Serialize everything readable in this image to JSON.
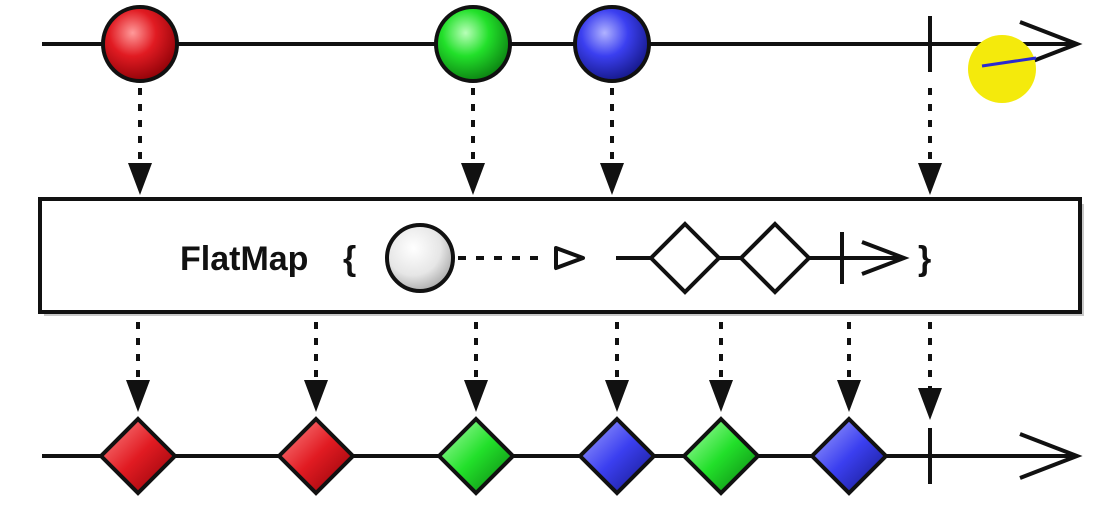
{
  "operator": {
    "name": "FlatMap",
    "open_brace": "{",
    "close_brace": "}"
  },
  "colors": {
    "red": "#e11b22",
    "green": "#22e02a",
    "blue": "#3b3ff0",
    "gray": "#d8d8d8",
    "cursor": "#f4ea0c",
    "line": "#111111"
  },
  "source_stream": {
    "items": [
      {
        "shape": "circle",
        "color": "red"
      },
      {
        "shape": "circle",
        "color": "green"
      },
      {
        "shape": "circle",
        "color": "blue"
      }
    ],
    "completes": true
  },
  "inner_stream": {
    "input": {
      "shape": "circle",
      "color": "gray"
    },
    "outputs": [
      {
        "shape": "diamond",
        "color": "white"
      },
      {
        "shape": "diamond",
        "color": "white"
      }
    ],
    "completes": true
  },
  "output_stream": {
    "items": [
      {
        "shape": "diamond",
        "color": "red"
      },
      {
        "shape": "diamond",
        "color": "red"
      },
      {
        "shape": "diamond",
        "color": "green"
      },
      {
        "shape": "diamond",
        "color": "blue"
      },
      {
        "shape": "diamond",
        "color": "green"
      },
      {
        "shape": "diamond",
        "color": "blue"
      }
    ],
    "completes": true
  }
}
